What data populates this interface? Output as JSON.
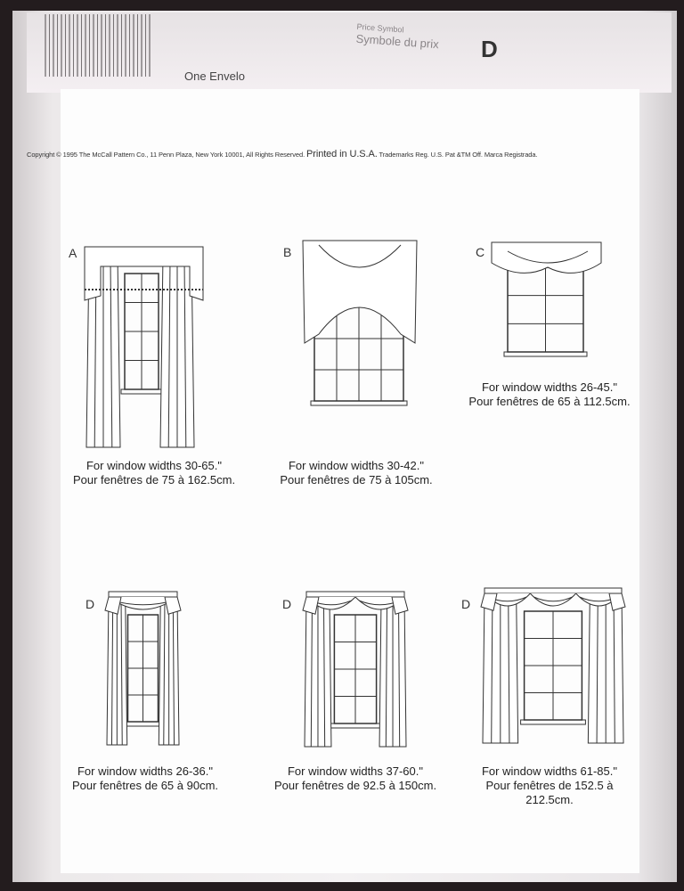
{
  "envelope": {
    "price_symbol_en": "Price Symbol",
    "price_symbol_fr": "Symbole du prix",
    "price_letter": "D",
    "one_envelope": "One Envelo",
    "copyright": "Copyright © 1995 The McCall Pattern Co., 11 Penn Plaza, New York 10001, All Rights Reserved.",
    "printed": "Printed in U.S.A.",
    "trademarks": "Trademarks Reg. U.S. Pat &TM Off. Marca Registrada."
  },
  "figures": [
    {
      "label": "A",
      "style": "cornice",
      "caption_en": "For window widths 30-65.\"",
      "caption_fr": "Pour fenêtres de 75 à 162.5cm."
    },
    {
      "label": "B",
      "style": "swag-jabot",
      "caption_en": "For window widths 30-42.\"",
      "caption_fr": "Pour fenêtres de 75 à 105cm."
    },
    {
      "label": "C",
      "style": "valance",
      "caption_en": "For window widths 26-45.\"",
      "caption_fr": "Pour fenêtres de 65 à 112.5cm."
    },
    {
      "label": "D",
      "style": "swags-1",
      "caption_en": "For window widths 26-36.\"",
      "caption_fr": "Pour fenêtres de 65 à 90cm."
    },
    {
      "label": "D",
      "style": "swags-2",
      "caption_en": "For window widths 37-60.\"",
      "caption_fr": "Pour fenêtres de 92.5 à 150cm."
    },
    {
      "label": "D",
      "style": "swags-3",
      "caption_en": "For window widths 61-85.\"",
      "caption_fr": "Pour fenêtres de 152.5 à",
      "caption_fr2": "212.5cm."
    }
  ]
}
